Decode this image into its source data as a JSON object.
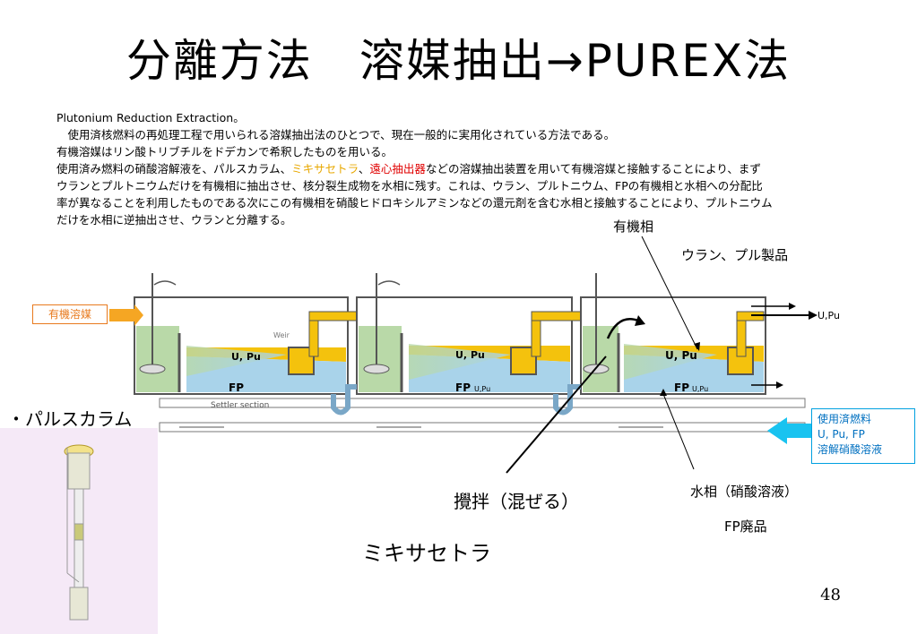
{
  "title": "分離方法　溶媒抽出→PUREX法",
  "body": {
    "line1": "Plutonium Reduction Extraction。",
    "line2": "　使用済核燃料の再処理工程で用いられる溶媒抽出法のひとつで、現在一般的に実用化されている方法である。",
    "line3": "有機溶媒はリン酸トリブチルをドデカンで希釈したものを用いる。",
    "line4_a": "使用済み燃料の硝酸溶解液を、パルスカラム、",
    "line4_mixer": "ミキサセトラ",
    "line4_sep": "、",
    "line4_centrifugal": "遠心抽出器",
    "line4_b": "などの溶媒抽出装置を用いて有機溶媒と接触することにより、まず",
    "line5": "ウランとプルトニウムだけを有機相に抽出させ、核分裂生成物を水相に残す。これは、ウラン、プルトニウム、FPの有機相と水相への分配比",
    "line6": "率が異なることを利用したものである次にこの有機相を硝酸ヒドロキシルアミンなどの還元剤を含む水相と接触することにより、プルトニウム",
    "line7": "だけを水相に逆抽出させ、ウランと分離する。"
  },
  "labels": {
    "organic_phase": "有機相",
    "u_pu_product": "ウラン、プル製品",
    "organic_solvent": "有機溶媒",
    "pulse_column": "・パルスカラム",
    "stirring": "攪拌（混ぜる）",
    "aqueous_phase": "水相（硝酸溶液）",
    "fp_waste": "FP廃品",
    "mixer_settler": "ミキサセトラ",
    "u_pu_out": "U,Pu",
    "feed_line1": "使用済燃料",
    "feed_line2": "U, Pu, FP",
    "feed_line3": "溶解硝酸溶液",
    "tank_upu": "U, Pu",
    "tank_fp": "FP",
    "tank_fp_sub": "U,Pu",
    "settler_section": "Settler section",
    "weir": "Weir"
  },
  "colors": {
    "organic": "#f4c20d",
    "aqueous": "#a9d3ea",
    "mixed": "#b9d9a8",
    "tank_wall": "#555555",
    "feed_arrow": "#19c3f0",
    "solvent_arrow": "#f5a623"
  },
  "page_number": "48"
}
